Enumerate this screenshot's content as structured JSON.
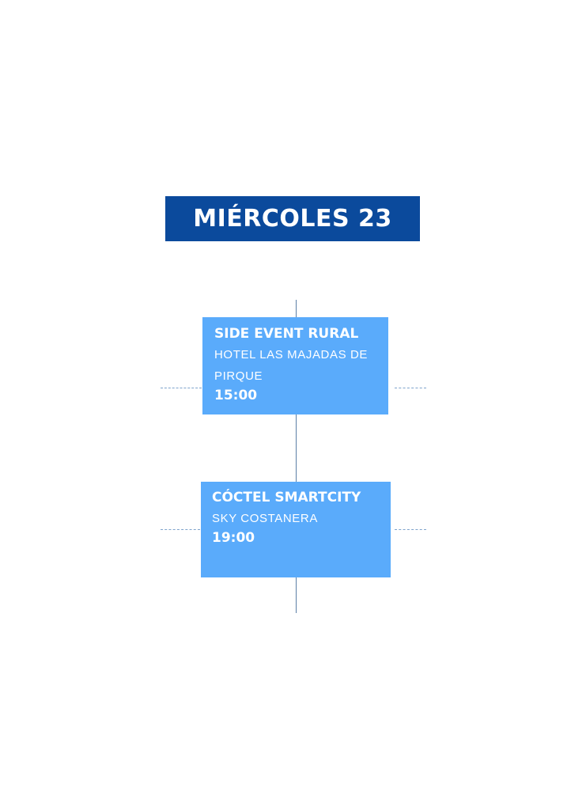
{
  "day": {
    "title": "MIÉRCOLES 23"
  },
  "colors": {
    "header_background": "#0b4a9c",
    "card_background": "#5aabfb",
    "timeline": "#5b7fa6",
    "text": "#ffffff"
  },
  "events": [
    {
      "title": "SIDE EVENT RURAL",
      "venue": "HOTEL LAS MAJADAS DE PIRQUE",
      "time": "15:00"
    },
    {
      "title": "CÓCTEL SMARTCITY",
      "venue": "SKY COSTANERA",
      "time": "19:00"
    }
  ]
}
